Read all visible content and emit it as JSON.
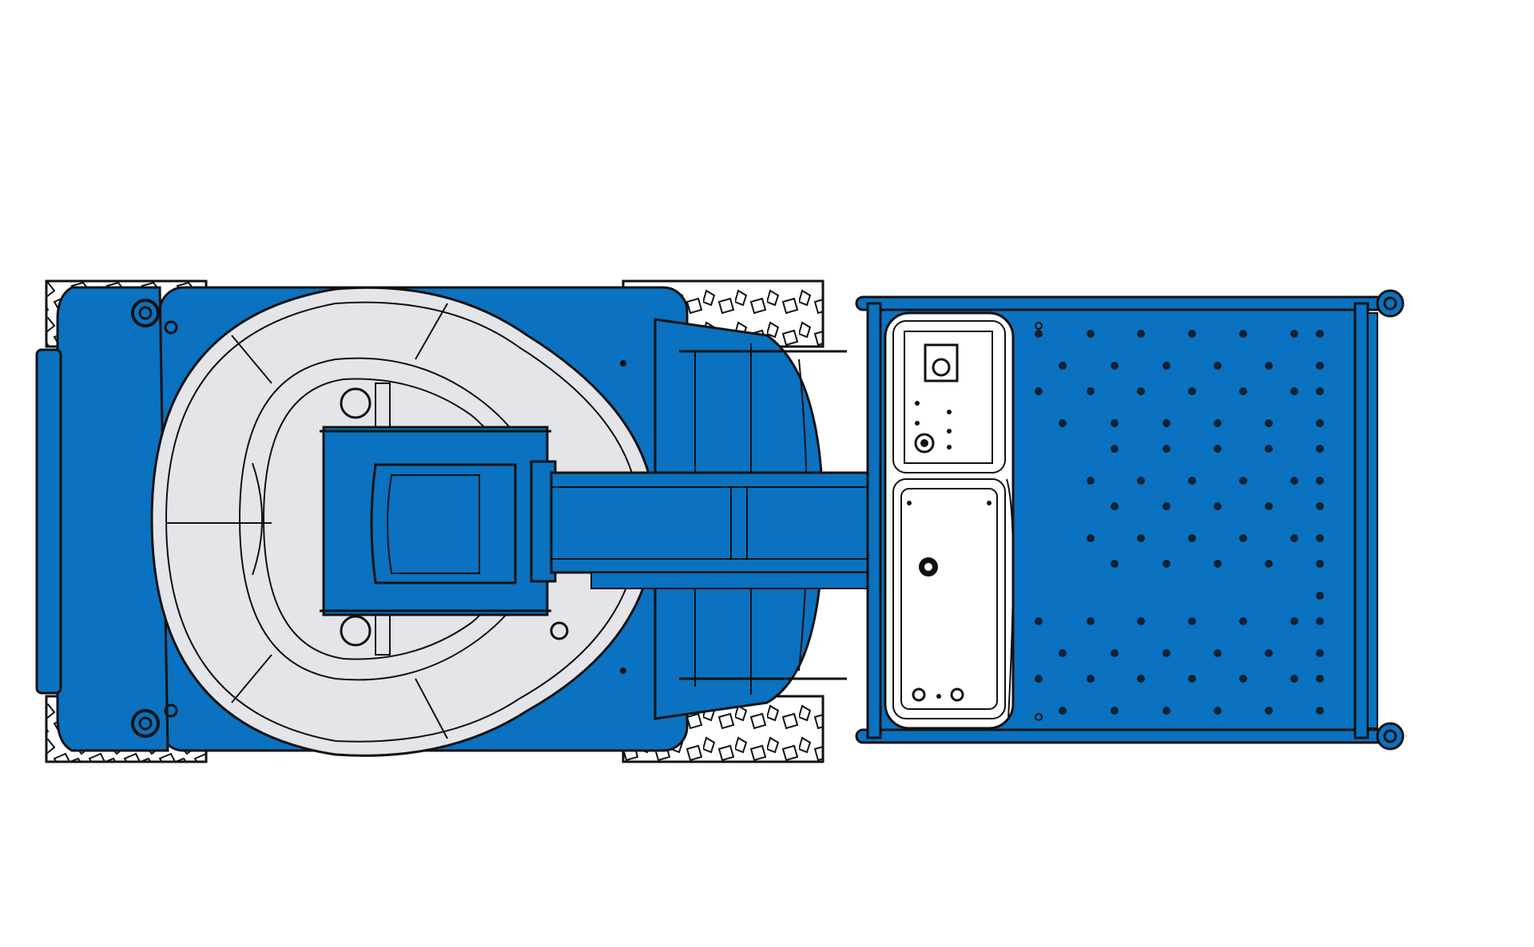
{
  "colors": {
    "background": "#ffffff",
    "machine_blue": "#0a72c0",
    "turntable_gray": "#e4e5e8",
    "tire_white": "#ffffff",
    "outline": "#111111"
  },
  "parts": [
    "rear-counterweight",
    "rear-tires",
    "front-tires",
    "turntable-cover",
    "jib-boom",
    "platform-rails",
    "control-box",
    "platform-floor"
  ]
}
